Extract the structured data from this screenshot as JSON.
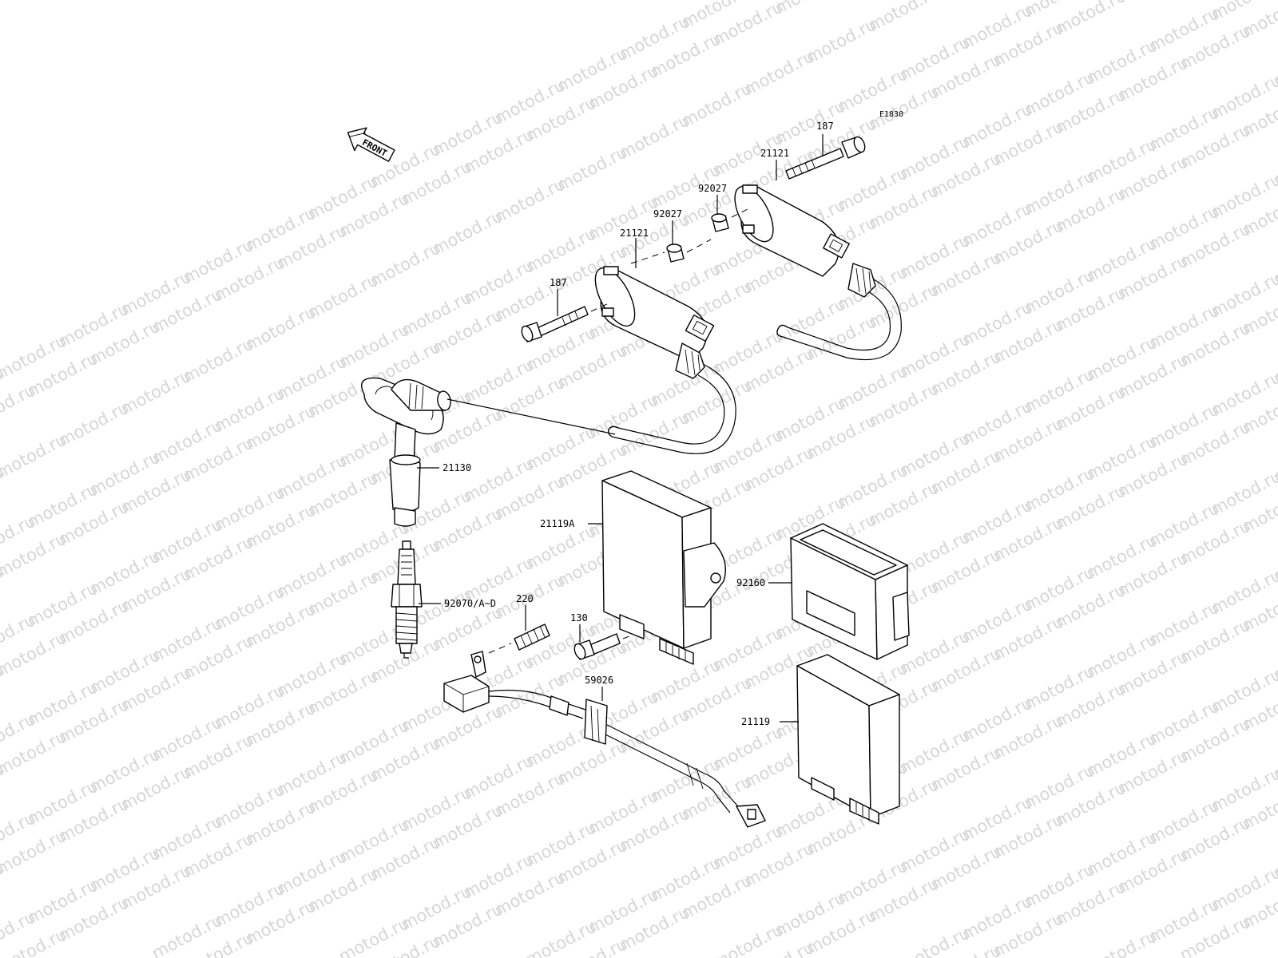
{
  "watermark": {
    "text": "motod.ru"
  },
  "diagram_code": "E1830",
  "front_label": "FRONT",
  "callouts": {
    "bolt_rear": "187",
    "coil_rear": "21121",
    "spacer_rear": "92027",
    "spacer_front": "92027",
    "coil_front": "21121",
    "bolt_front": "187",
    "stick_coil": "21130",
    "igniter_a": "21119A",
    "bracket": "92160",
    "spark_plug": "92070/A~D",
    "bolt_220": "220",
    "bolt_130": "130",
    "sensor": "59026",
    "igniter": "21119"
  }
}
